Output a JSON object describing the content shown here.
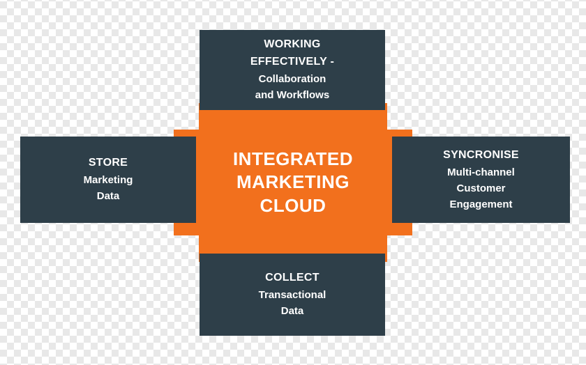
{
  "diagram": {
    "type": "cross-layout",
    "center": {
      "label": "INTEGRATED MARKETING CLOUD",
      "line1": "INTEGRATED",
      "line2": "MARKETING",
      "line3": "CLOUD",
      "color": "#f2701d",
      "text_color": "#ffffff"
    },
    "boxes": {
      "top": {
        "title_line1": "WORKING",
        "title_line2": "EFFECTIVELY -",
        "sub_line1": "Collaboration",
        "sub_line2": "and Workflows",
        "color": "#2e3f49"
      },
      "left": {
        "title_line1": "STORE",
        "sub_line1": "Marketing",
        "sub_line2": "Data",
        "color": "#2e3f49"
      },
      "right": {
        "title_line1": "SYNCRONISE",
        "sub_line1": "Multi-channel",
        "sub_line2": "Customer",
        "sub_line3": "Engagement",
        "color": "#2e3f49"
      },
      "bottom": {
        "title_line1": "COLLECT",
        "sub_line1": "Transactional",
        "sub_line2": "Data",
        "color": "#2e3f49"
      }
    }
  }
}
